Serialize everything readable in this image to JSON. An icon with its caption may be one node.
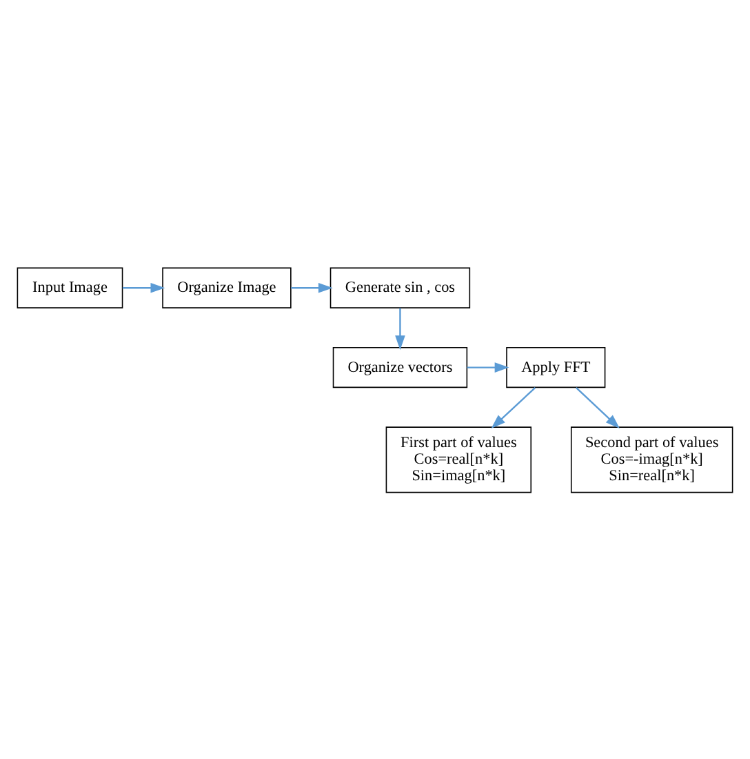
{
  "diagram": {
    "nodes": [
      {
        "text": [
          "Input Image"
        ]
      },
      {
        "text": [
          "Organize Image"
        ]
      },
      {
        "text": [
          "Generate sin , cos"
        ]
      },
      {
        "text": [
          "Organize vectors"
        ]
      },
      {
        "text": [
          "Apply FFT"
        ]
      },
      {
        "text": [
          "First part of values",
          "Cos=real[n*k]",
          "Sin=imag[n*k]"
        ]
      },
      {
        "text": [
          "Second part of values",
          "Cos=-imag[n*k]",
          "Sin=real[n*k]"
        ]
      }
    ],
    "edges": [
      {
        "from": 0,
        "to": 1,
        "arrow": "to",
        "color": "#5b9bd5"
      },
      {
        "from": 1,
        "to": 2,
        "arrow": "to",
        "color": "#5b9bd5"
      },
      {
        "from": 2,
        "to": 3,
        "arrow": "to",
        "color": "#5b9bd5"
      },
      {
        "from": 3,
        "to": 4,
        "arrow": "to",
        "color": "#5b9bd5"
      },
      {
        "from": 4,
        "to": 5,
        "arrow": "to",
        "color": "#5b9bd5"
      },
      {
        "from": 4,
        "to": 6,
        "arrow": "to",
        "color": "#5b9bd5"
      }
    ]
  }
}
